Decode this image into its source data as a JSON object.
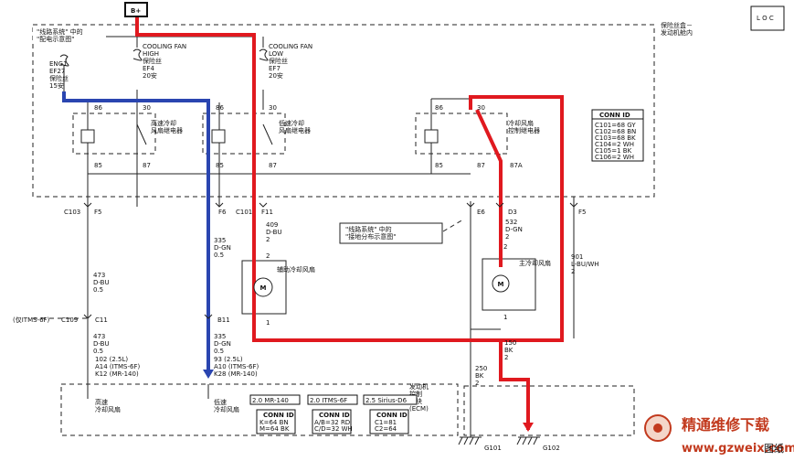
{
  "battery_label": "B+",
  "loc_icon_text": "L O C",
  "fuse_box_title": "保险丝盒－\n发动机舱内",
  "power_system_note": "\"线路系统\" 中的\n\"配电示意图\"",
  "ground_note": "\"线路系统\" 中的\n\"接地分布示意图\"",
  "fuses": {
    "eng1": "ENG1\nEF27\n保险丝\n15安",
    "high": "COOLING FAN\nHIGH\n保险丝\nEF4\n20安",
    "low": "COOLING FAN\nLOW\n保险丝\nEF7\n20安"
  },
  "relays": {
    "high": "高速冷却\n风扇继电器",
    "low": "低速冷却\n风扇继电器",
    "control": "冷却风扇\n控制继电器"
  },
  "pins": {
    "r1_86": "86",
    "r1_30": "30",
    "r1_85": "85",
    "r1_87": "87",
    "r2_86": "86",
    "r2_30": "30",
    "r2_85": "85",
    "r2_87": "87",
    "r3_86": "86",
    "r3_30": "30",
    "r3_85": "85",
    "r3_87": "87",
    "r3_87a": "87A"
  },
  "conn_id_box": {
    "title": "CONN ID",
    "rows": [
      "C101=68 GY",
      "C102=68 BN",
      "C103=68 BK",
      "C104=2 WH",
      "C105=1 BK",
      "C106=2 WH"
    ]
  },
  "connectors": {
    "c103": "C103",
    "f5": "F5",
    "f6": "F6",
    "c101": "C101",
    "f11": "F11",
    "e6": "E6",
    "d3": "D3",
    "f5r": "F5",
    "c109": "C109",
    "c11": "C11",
    "b11": "B11"
  },
  "wires": {
    "w409": "409\nD-BU\n2",
    "w335a": "335\nD-GN\n0.5",
    "w473a": "473\nD-BU\n0.5",
    "w532": "532\nD-GN\n2",
    "w901": "901\nL-BU/WH\n2",
    "w473b": "473\nD-BU\n0.5",
    "w335b": "335\nD-GN\n0.5",
    "w150": "150\nBK\n2",
    "w250": "250\nBK\n2",
    "ecm_left": "102 (2.5L)\nA14 (ITMS-6F)\nK12 (MR-140)",
    "ecm_right": "93 (2.5L)\nA10 (ITMS-6F)\nK28 (MR-140)"
  },
  "itms_note": "(仅ITMS-6F)",
  "motors": {
    "aux_fan": "辅助冷却风扇",
    "main_fan": "主冷却风扇",
    "motor_symbol": "M",
    "pin1": "1",
    "pin2": "2"
  },
  "ecm": {
    "label": "发动机\n控制\n模块\n(ECM)",
    "high_fan": "高速\n冷却风扇",
    "low_fan": "低速\n冷却风扇"
  },
  "variants": [
    "2.0 MR-140",
    "2.0 ITMS-6F",
    "2.5 Sirius-D6"
  ],
  "variant_conns": [
    {
      "title": "CONN ID",
      "rows": [
        "K=64 BN",
        "M=64 BK"
      ]
    },
    {
      "title": "CONN ID",
      "rows": [
        "A/B=32 RD",
        "C/D=32 WH"
      ]
    },
    {
      "title": "CONN ID",
      "rows": [
        "C1=81",
        "C2=64"
      ]
    }
  ],
  "grounds": {
    "g101": "G101",
    "g102": "G102"
  },
  "watermark": {
    "brand": "精通维修下载",
    "url": "www.gzweix.com"
  },
  "corner_text": "图纸",
  "colors": {
    "power_wire": "#e0191f",
    "signal_wire": "#2a45b0",
    "watermark": "#c23a1e"
  }
}
